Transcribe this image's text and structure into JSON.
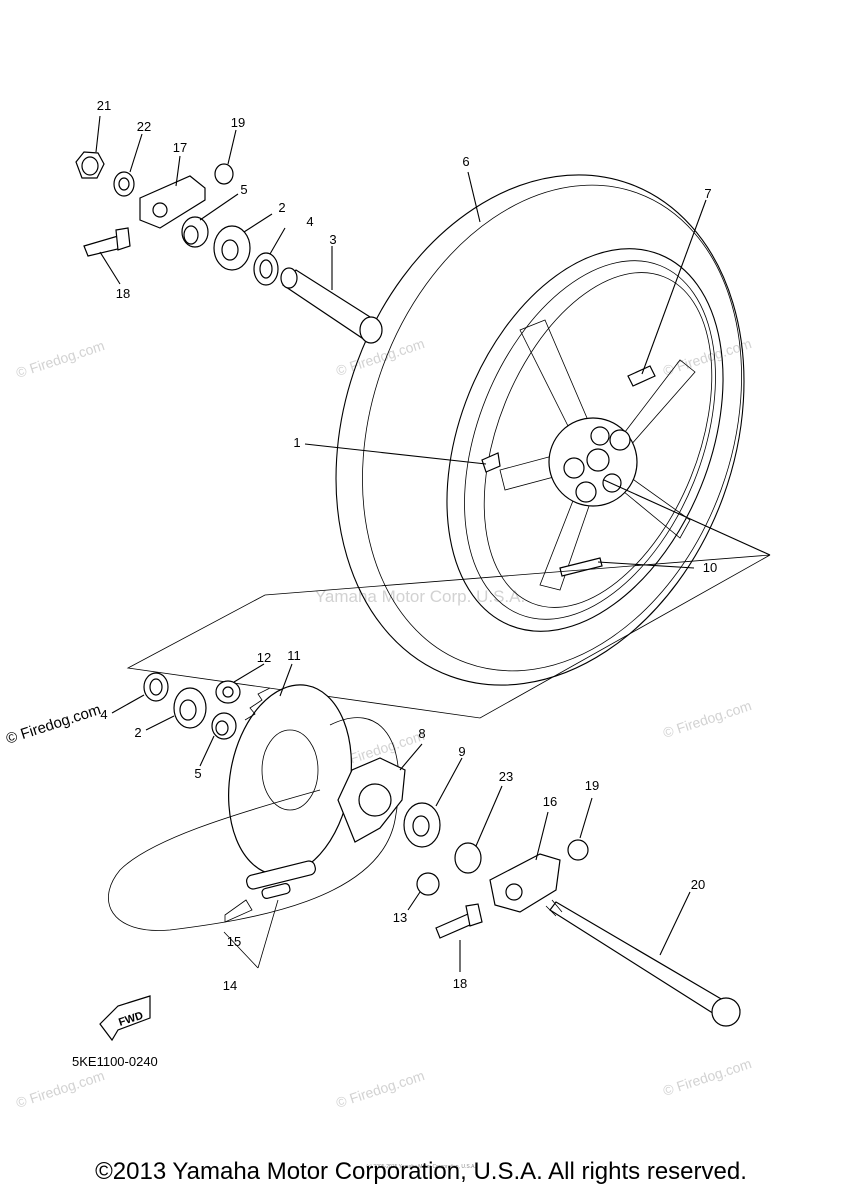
{
  "diagram": {
    "code": "5KE1100-0240",
    "fwd_label": "FWD",
    "center_watermark": "Yamaha Motor Corp. U.S.A.",
    "watermark": "© Firedog.com",
    "fine_print": "(c) 2005-2015 Yamaha Motor Corporation, U.S.A.",
    "callouts": [
      "1",
      "2",
      "3",
      "4",
      "5",
      "6",
      "7",
      "8",
      "9",
      "10",
      "11",
      "12",
      "13",
      "14",
      "15",
      "16",
      "17",
      "18",
      "19",
      "20",
      "21",
      "22",
      "23",
      "2",
      "4",
      "5",
      "18",
      "19"
    ]
  },
  "footer": {
    "copyright": "©2013 Yamaha Motor Corporation, U.S.A. All rights reserved."
  }
}
